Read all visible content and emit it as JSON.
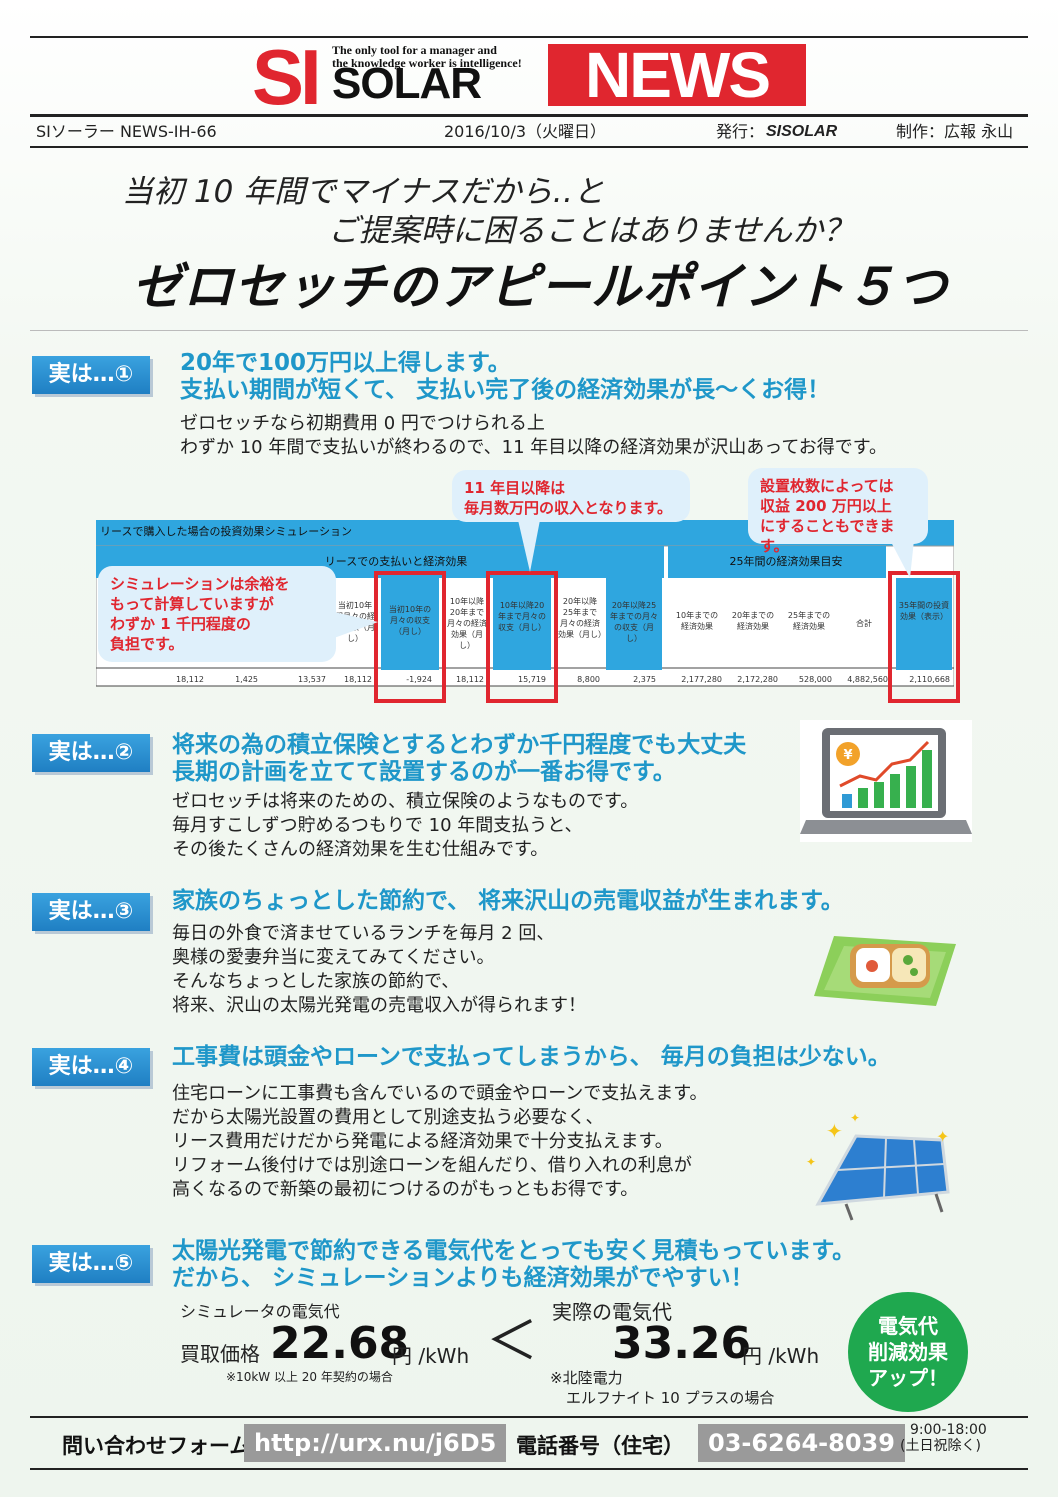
{
  "masthead": {
    "si": "SI",
    "solar": "SOLAR",
    "news": "NEWS",
    "tagline_1": "The only tool for a manager and",
    "tagline_2": "the knowledge worker is intelligence!"
  },
  "info_bar": {
    "issue": "SIソーラー NEWS-IH-66",
    "date": "2016/10/3（火曜日）",
    "publisher_label": "発行：",
    "publisher_logo": "SISOLAR",
    "production": "制作：広報 永山"
  },
  "headline": {
    "line1": "当初 10 年間でマイナスだから‥と",
    "line2": "ご提案時に困ることはありませんか？",
    "title": "ゼロセッチのアピールポイント５つ"
  },
  "sections": [
    {
      "badge": "実は…①",
      "heading": [
        "20年で100万円以上得します。",
        "支払い期間が短くて、 支払い完了後の経済効果が長～くお得！"
      ],
      "body": [
        "ゼロセッチなら初期費用 0 円でつけられる上",
        "わずか 10 年間で支払いが終わるので、11 年目以降の経済効果が沢山あってお得です。"
      ]
    },
    {
      "badge": "実は…②",
      "heading": [
        "将来の為の積立保険とするとわずか千円程度でも大丈夫",
        "長期の計画を立てて設置するのが一番お得です。"
      ],
      "body": [
        "ゼロセッチは将来のための、積立保険のようなものです。",
        "毎月すこしずつ貯めるつもりで 10 年間支払うと、",
        "その後たくさんの経済効果を生む仕組みです。"
      ]
    },
    {
      "badge": "実は…③",
      "heading": [
        "家族のちょっとした節約で、 将来沢山の売電収益が生まれます。"
      ],
      "body": [
        "毎日の外食で済ませているランチを毎月 2 回、",
        "奥様の愛妻弁当に変えてみてください。",
        "そんなちょっとした家族の節約で、",
        "将来、沢山の太陽光発電の売電収入が得られます！"
      ]
    },
    {
      "badge": "実は…④",
      "heading": [
        "工事費は頭金やローンで支払ってしまうから、 毎月の負担は少ない。"
      ],
      "body": [
        "住宅ローンに工事費も含んでいるので頭金やローンで支払えます。",
        "だから太陽光設置の費用として別途支払う必要なく、",
        "リース費用だけだから発電による経済効果で十分支払えます。",
        "リフォーム後付けでは別途ローンを組んだり、借り入れの利息が",
        "高くなるので新築の最初につけるのがもっともお得です。"
      ]
    },
    {
      "badge": "実は…⑤",
      "heading": [
        "太陽光発電で節約できる電気代をとっても安く見積もっています。",
        "だから、 シミュレーションよりも経済効果がでやすい！"
      ],
      "body": []
    }
  ],
  "callouts": {
    "a": [
      "11 年目以降は",
      "毎月数万円の収入となります。"
    ],
    "b": [
      "設置枚数によっては",
      "収益 200 万円以上",
      "にすることもできます。"
    ],
    "c": [
      "シミュレーションは余裕を",
      "もって計算していますが",
      "わずか 1 千円程度の",
      "負担です。"
    ]
  },
  "table": {
    "title": "リースで購入した場合の投資効果シミュレーション",
    "group1": "リースでの支払いと経済効果",
    "group2": "25年間の経済効果目安",
    "headers": [
      "当初10年間月々の経済効果（月し）",
      "当初10年の月々の収支（月し）",
      "10年以降20年まで月々の経済効果（月し）",
      "10年以降20年まで月々の収支（月し）",
      "20年以降25年まで月々の経済効果（月し）",
      "20年以降25年までの月々の収支（月し）",
      "10年までの経済効果",
      "20年までの経済効果",
      "25年までの経済効果",
      "合計",
      "35年間の投資効果（表示）"
    ],
    "values": [
      "18,112",
      "1,425",
      "13,537",
      "18,112",
      "-1,924",
      "18,112",
      "15,719",
      "8,800",
      "2,375",
      "2,177,280",
      "2,172,280",
      "528,000",
      "4,882,560",
      "2,110,668"
    ]
  },
  "comparison": {
    "left_title": "シミュレータの電気代",
    "left_label": "買取価格",
    "left_value": "22.68",
    "unit": "円 /kWh",
    "left_note": "※10kW 以上 20 年契約の場合",
    "symbol": "＜",
    "right_title": "実際の電気代",
    "right_value": "33.26",
    "right_note_1": "※北陸電力",
    "right_note_2": "エルフナイト 10 プラスの場合",
    "circle": [
      "電気代",
      "削減効果",
      "アップ！"
    ]
  },
  "footer": {
    "form_label": "問い合わせフォーム",
    "url": "http://urx.nu/j6D5",
    "phone_label": "電話番号（住宅）",
    "phone": "03-6264-8039",
    "hours": "9:00-18:00",
    "hours_note": "(土日祝除く)"
  },
  "colors": {
    "accent_red": "#e0262f",
    "heading_blue": "#1f97c9",
    "badge_blue": "#2a90d2",
    "green": "#1fa84f"
  }
}
